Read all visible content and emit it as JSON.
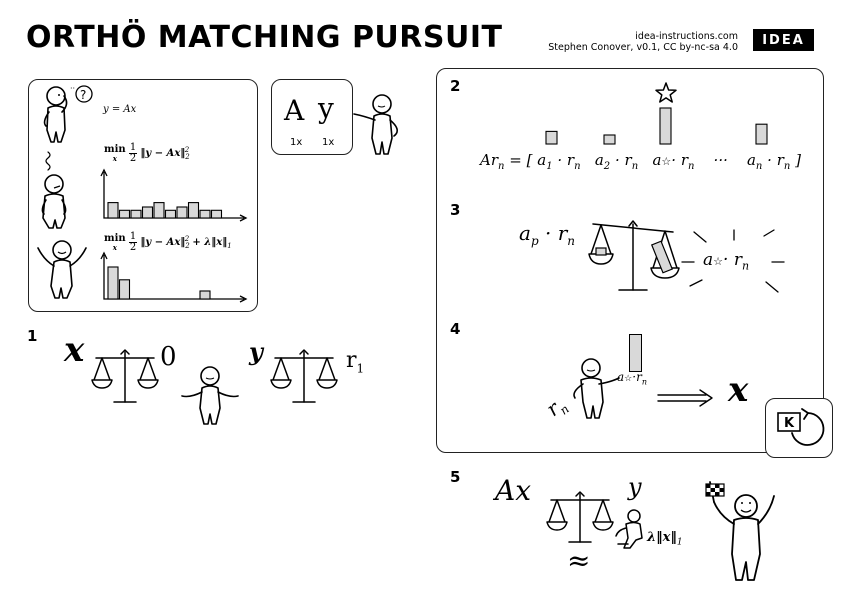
{
  "header": {
    "title": "ORTHÖ MATCHING PURSUIT",
    "credit_line1": "idea-instructions.com",
    "credit_line2": "Stephen Conover, v0.1, CC by-nc-sa 4.0",
    "logo": "IDEA"
  },
  "intro": {
    "eq_model": "y = Ax",
    "eq_min_label": "min",
    "eq_min_sub": "x",
    "eq_frac_num": "1",
    "eq_frac_den": "2",
    "eq_ls_body": "‖y − Ax‖",
    "eq_norm_sub": "2",
    "eq_norm_sup": "2",
    "eq_reg_term": "+ λ‖x‖",
    "eq_reg_sub": "1",
    "question_mark": "?",
    "chart_data": [
      {
        "type": "bar",
        "title": "",
        "values": [
          0.7,
          0.35,
          0.35,
          0.5,
          0.7,
          0.35,
          0.5,
          0.7,
          0.35,
          0.35
        ]
      },
      {
        "type": "bar",
        "title": "",
        "values": [
          1.0,
          0.6,
          0.0,
          0.0,
          0.0,
          0.0,
          0.0,
          0.0,
          0.25,
          0.0
        ]
      }
    ]
  },
  "parts": {
    "a_letter": "A",
    "a_count": "1x",
    "y_letter": "y",
    "y_count": "1x"
  },
  "step1": {
    "number": "1",
    "x_symbol": "x",
    "zero": "0",
    "y_symbol": "y",
    "r1": "r",
    "r1_sub": "1"
  },
  "step2": {
    "number": "2",
    "lhs": "Ar",
    "lhs_sub": "n",
    "eq_sign": "= [",
    "term1": "a",
    "term1_sub": "1",
    "term2": "a",
    "term2_sub": "2",
    "termn": "a",
    "termn_sub": "n",
    "dot": "·",
    "r": "r",
    "r_sub": "n",
    "ellipsis": "···",
    "close": "]",
    "chart_data": {
      "type": "bar",
      "categories": [
        "a1·rn",
        "a2·rn",
        "a☆·rn",
        "an·rn"
      ],
      "values": [
        0.35,
        0.25,
        1.0,
        0.55
      ]
    }
  },
  "step3": {
    "number": "3",
    "ap": "a",
    "ap_sub": "p",
    "astar": "a",
    "dot": "·",
    "r": "r",
    "r_sub": "n"
  },
  "step4": {
    "number": "4",
    "rn": "r",
    "rn_sub": "n",
    "astar": "a",
    "dot": "·",
    "r": "r",
    "r_sub": "n",
    "x_result": "x"
  },
  "step5": {
    "number": "5",
    "ax": "Ax",
    "y": "y",
    "approx": "≈",
    "reg": "λ‖x‖",
    "reg_sub": "1"
  },
  "nav": {
    "k_label": "K"
  }
}
